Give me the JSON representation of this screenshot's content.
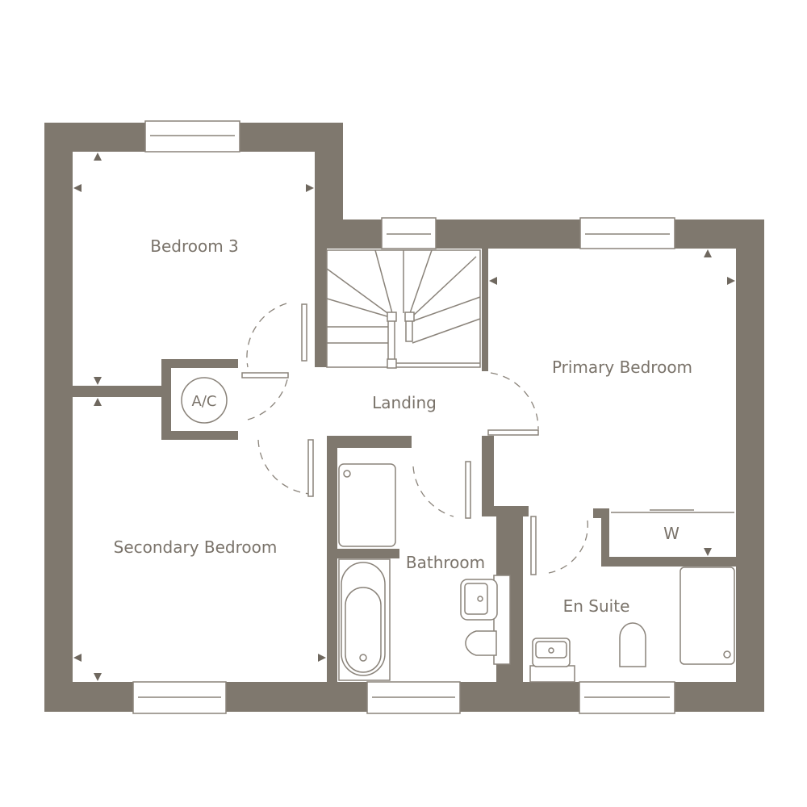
{
  "rooms": {
    "bedroom3": "Bedroom 3",
    "secondary": "Secondary Bedroom",
    "landing": "Landing",
    "primary": "Primary Bedroom",
    "bathroom": "Bathroom",
    "ensuite": "En Suite",
    "wardrobe": "W",
    "ac": "A/C"
  },
  "colors": {
    "wall": "#7f786e",
    "line": "#8a837a"
  }
}
